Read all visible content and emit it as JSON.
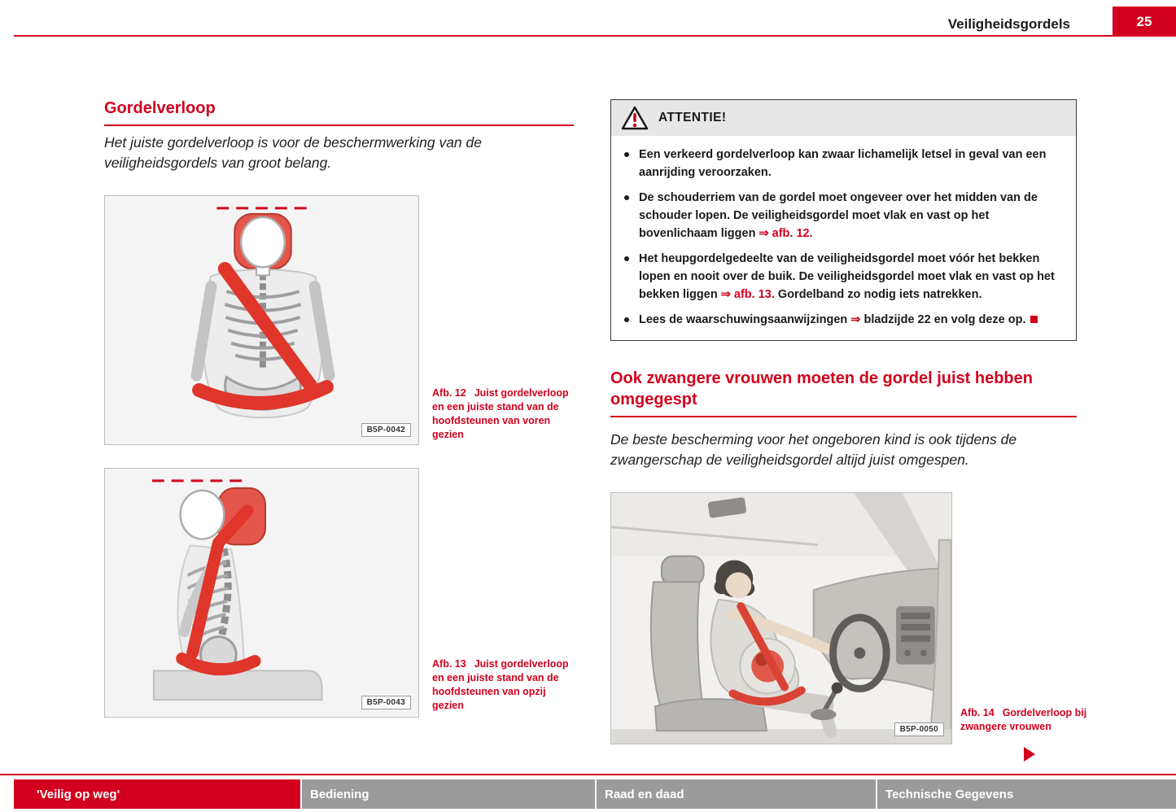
{
  "accent_color": "#d2001e",
  "header": {
    "title": "Veiligheidsgordels",
    "page_number": "25"
  },
  "left": {
    "heading": "Gordelverloop",
    "intro": "Het juiste gordelverloop is voor de beschermwerking van de veiligheidsgordels van groot belang.",
    "fig12": {
      "label": "Afb. 12",
      "caption": "Juist gordelverloop en een juiste stand van de hoofdsteunen van voren gezien",
      "code": "B5P-0042"
    },
    "fig13": {
      "label": "Afb. 13",
      "caption": "Juist gordelverloop en een juiste stand van de hoofdsteunen van opzij gezien",
      "code": "B5P-0043"
    }
  },
  "warning": {
    "title": "ATTENTIE!",
    "icon": "warning-triangle",
    "items": [
      {
        "pre": "Een verkeerd gordelverloop kan zwaar lichamelijk letsel in geval van een aanrijding veroorzaken.",
        "link": "",
        "post": ""
      },
      {
        "pre": "De schouderriem van de gordel moet ongeveer over het midden van de schouder lopen. De veiligheidsgordel moet vlak en vast op het bovenlichaam liggen ",
        "link": "⇒ afb. 12.",
        "post": ""
      },
      {
        "pre": "Het heupgordelgedeelte van de veiligheidsgordel moet vóór het bekken lopen en nooit over de buik. De veiligheidsgordel moet vlak en vast op het bekken liggen ",
        "link": "⇒ afb. 13.",
        "post": " Gordelband zo nodig iets natrekken."
      },
      {
        "pre": "Lees de waarschuwingsaanwijzingen ",
        "link": "⇒",
        "post": " bladzijde 22 en volg deze op."
      }
    ]
  },
  "right": {
    "heading": "Ook zwangere vrouwen moeten de gordel juist hebben omgegespt",
    "intro": "De beste bescherming voor het ongeboren kind is ook tijdens de zwangerschap de veiligheidsgordel altijd juist omgespen.",
    "fig14": {
      "label": "Afb. 14",
      "caption": "Gordelverloop bij zwangere vrouwen",
      "code": "B5P-0050"
    }
  },
  "footer": {
    "items": [
      "'Veilig op weg'",
      "Bediening",
      "Raad en daad",
      "Technische Gegevens"
    ]
  }
}
